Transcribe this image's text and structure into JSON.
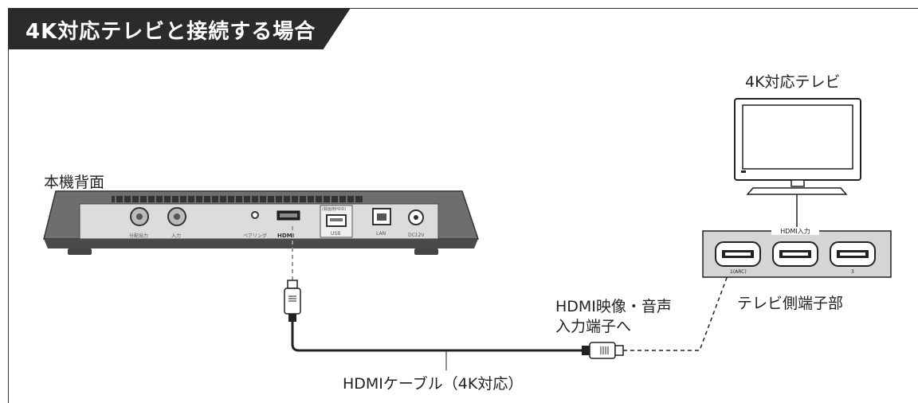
{
  "header": {
    "title": "4K対応テレビと接続する場合"
  },
  "labels": {
    "device_back": "本機背面",
    "tv": "4K対応テレビ",
    "tv_ports": "テレビ側端子部",
    "hdmi_input_line1": "HDMI映像・音声",
    "hdmi_input_line2": "入力端子へ",
    "cable": "HDMIケーブル（4K対応）"
  },
  "device_ports": {
    "usb_small": "(録画用HDD)",
    "usb": "USB",
    "lan": "LAN",
    "dc": "DC12V",
    "hdmi": "HDMI"
  },
  "tv_panel": {
    "header": "HDMI入力",
    "port1": "1(ARC)",
    "port3": "3"
  }
}
